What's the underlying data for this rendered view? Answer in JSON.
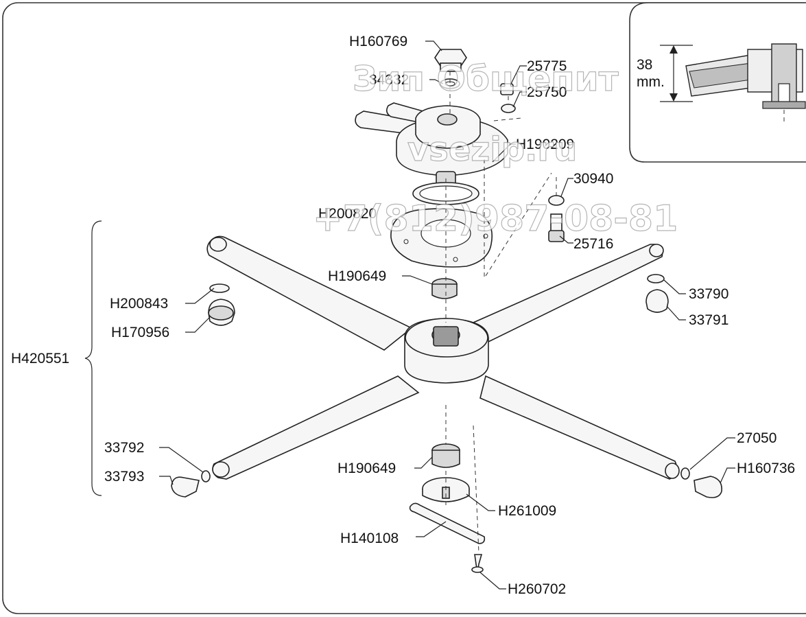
{
  "labels": {
    "h160769": "H160769",
    "n34332": "34332",
    "n25775": "25775",
    "n25750": "25750",
    "h190209": "H190209",
    "n30940": "30940",
    "h200820": "H200820",
    "n25716": "25716",
    "h190649_top": "H190649",
    "h200843": "H200843",
    "h170956": "H170956",
    "n33790": "33790",
    "n33791": "33791",
    "h420551": "H420551",
    "n33792": "33792",
    "n33793": "33793",
    "n27050": "27050",
    "h160736": "H160736",
    "h190649_bottom": "H190649",
    "h261009": "H261009",
    "h140108": "H140108",
    "h260702": "H260702"
  },
  "inset": {
    "dimension_value": "38",
    "dimension_unit": "mm."
  },
  "watermark": {
    "line1": "Зип Общепит",
    "line2": "vsezip.ru",
    "line3": "+7(812)987-08-81"
  },
  "colors": {
    "line": "#222222",
    "fill_light": "#f6f6f6",
    "fill_mid": "#d9d9d9"
  }
}
